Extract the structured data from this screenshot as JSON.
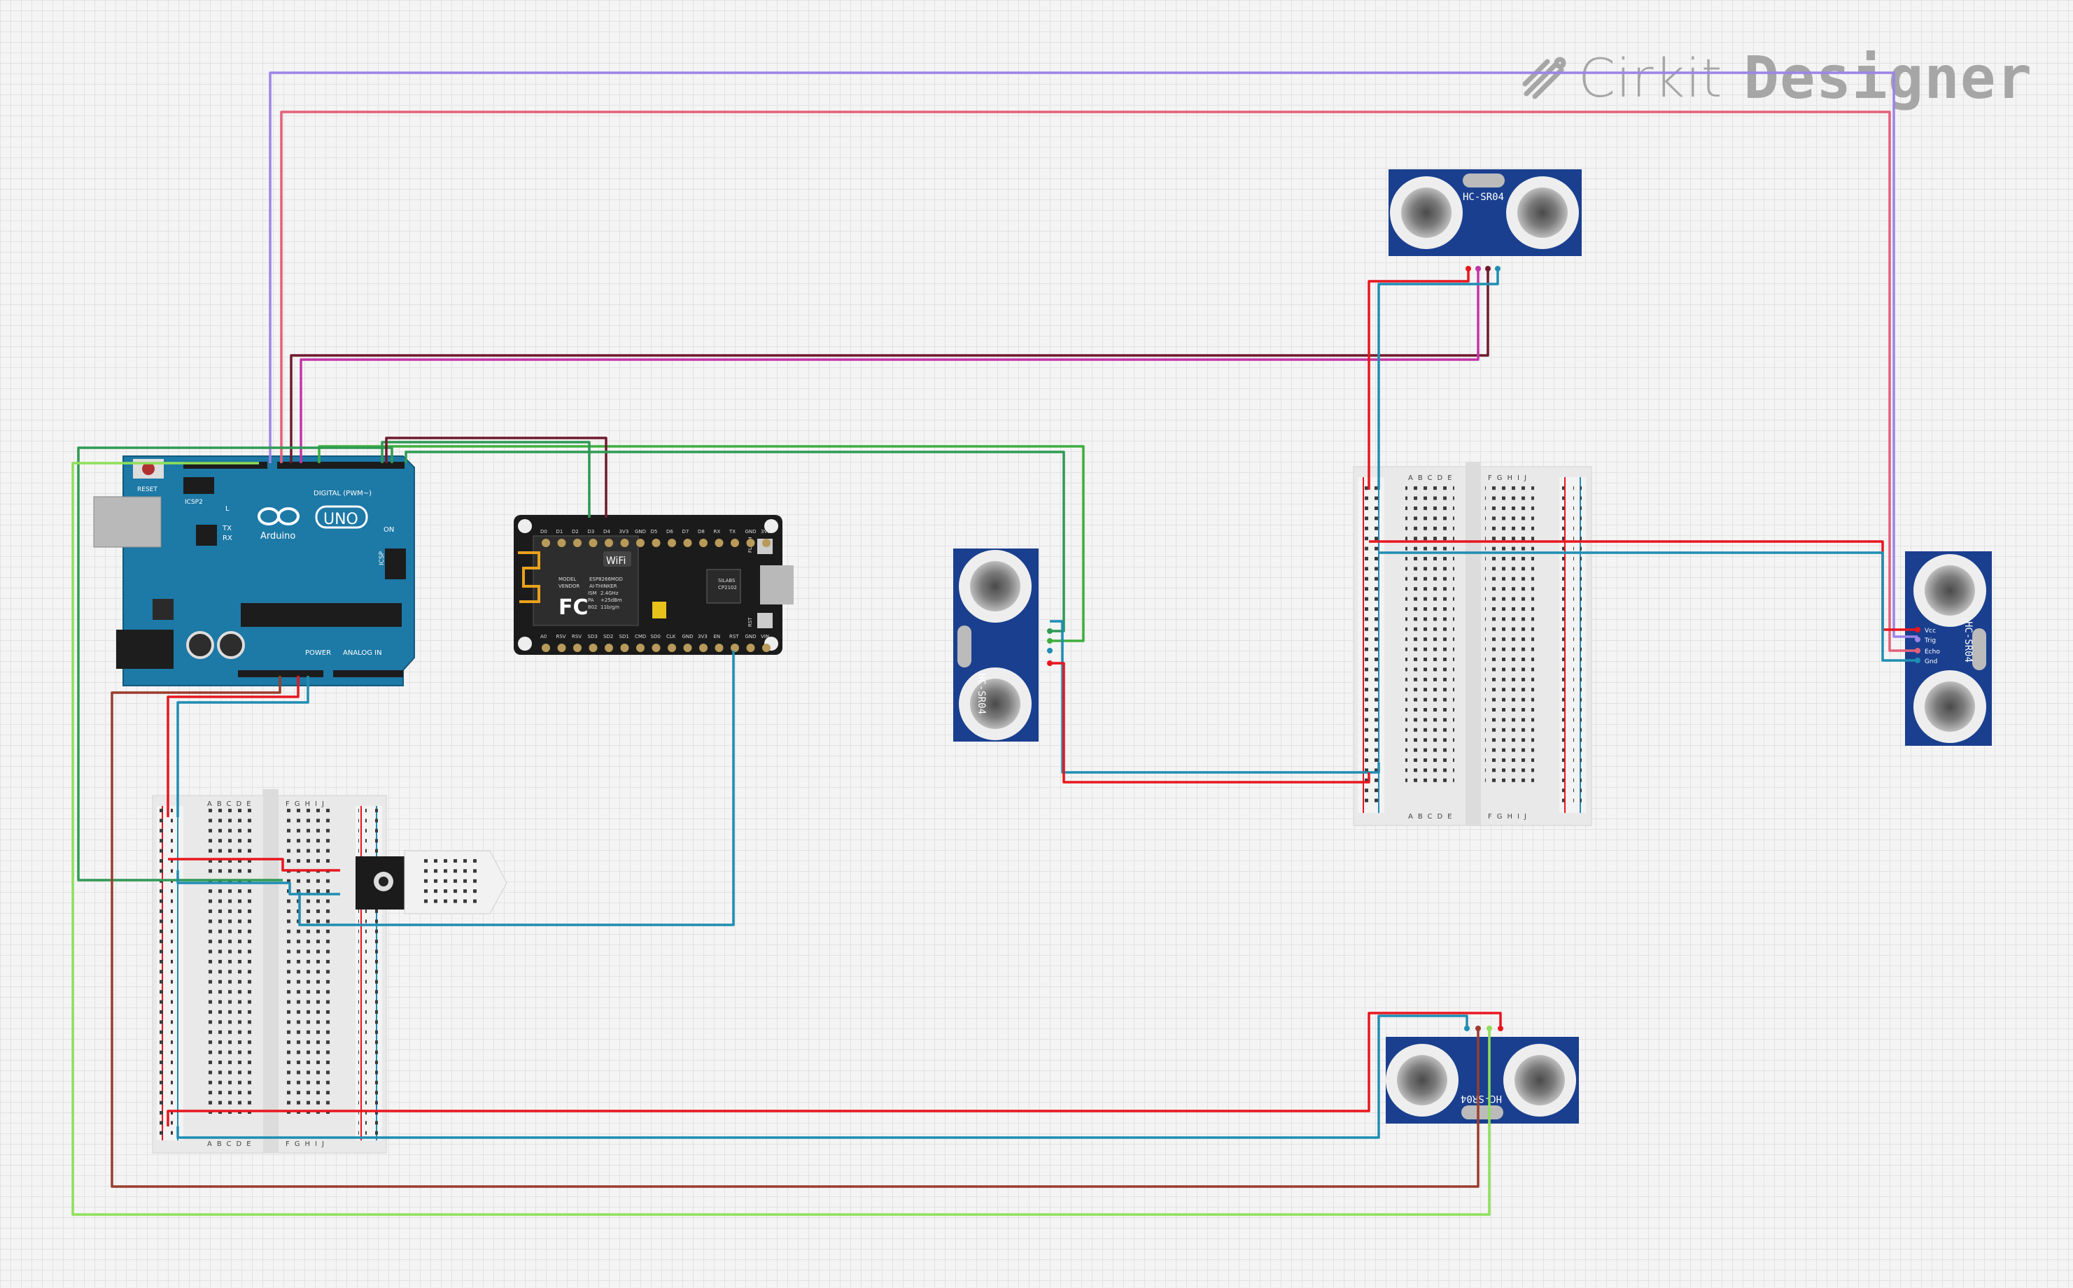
{
  "brand": {
    "word1": "Cirkit",
    "word2": "Designer",
    "icon": "cirkit-logo-icon"
  },
  "arduino": {
    "model": "UNO",
    "brand": "Arduino",
    "reset_label": "RESET",
    "icsp_label": "ICSP2",
    "icsp1_label": "ICSP",
    "digital_label": "DIGITAL (PWM~)",
    "power_label": "POWER",
    "analog_label": "ANALOG IN",
    "led_l": "L",
    "led_tx": "TX",
    "led_rx": "RX",
    "on_label": "ON"
  },
  "esp": {
    "wifi": "WiFi",
    "module_lines": [
      "MODEL",
      "VENDOR",
      "ISM",
      "PA",
      "802"
    ],
    "module_values": [
      "ESP8266MOD",
      "AI-THINKER",
      "2.4GHz",
      "+25dBm",
      "11b/g/n"
    ],
    "chip_brand": "SILABS",
    "chip_model": "CP2102",
    "flash_label": "FLASH",
    "rst_label": "RST",
    "top_pins": [
      "D0",
      "D1",
      "D2",
      "D3",
      "D4",
      "3V3",
      "GND",
      "D5",
      "D6",
      "D7",
      "D8",
      "RX",
      "TX",
      "GND",
      "3V3"
    ],
    "bottom_pins": [
      "A0",
      "RSV",
      "RSV",
      "SD3",
      "SD2",
      "SD1",
      "CMD",
      "SD0",
      "CLK",
      "GND",
      "3V3",
      "EN",
      "RST",
      "GND",
      "VIN"
    ]
  },
  "sensors": {
    "model": "HC-SR04",
    "pins": [
      "Vcc",
      "Trig",
      "Echo",
      "Gnd"
    ]
  },
  "breadboard": {
    "cols_left": [
      "A",
      "B",
      "C",
      "D",
      "E"
    ],
    "cols_right": [
      "F",
      "G",
      "H",
      "I",
      "J"
    ],
    "rows": 30
  },
  "wire_colors": {
    "red": "#e8161e",
    "blue": "#1f8db3",
    "green": "#2e9a54",
    "purple": "#9c84e8",
    "pink": "#e4607a",
    "magenta": "#c434a6",
    "maroon": "#6f1a2c",
    "brown": "#9a3d2d",
    "lime": "#8ee05a",
    "bright_green": "#3fae3f"
  },
  "component_colors": {
    "arduino": "#1d79a6",
    "sensor": "#1a3f8f",
    "esp": "#1b1b1b",
    "breadboard": "#eeeeee",
    "dht": "#f2f2f2"
  }
}
